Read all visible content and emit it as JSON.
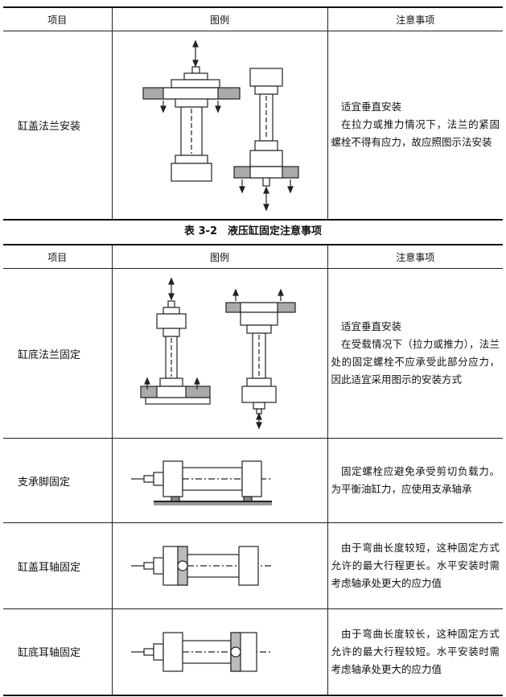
{
  "table1": {
    "headers": [
      "项目",
      "图例",
      "注意事项"
    ],
    "row": {
      "item": "缸盖法兰安装",
      "note_lines": [
        "适宜垂直安装",
        "在拉力或推力情况下，法兰的紧固螺栓不得有应力，故应照图示法安装"
      ]
    }
  },
  "caption": "表 3-2　液压缸固定注意事项",
  "table2": {
    "headers": [
      "项目",
      "图例",
      "注意事项"
    ],
    "rows": [
      {
        "item": "缸底法兰固定",
        "note_lines": [
          "适宜垂直安装",
          "在受载情况下（拉力或推力），法兰处的固定螺栓不应承受此部分应力，因此适宜采用图示的安装方式"
        ]
      },
      {
        "item": "支承脚固定",
        "note_lines": [
          "固定螺栓应避免承受剪切负载力。为平衡油缸力，应使用支承轴承"
        ]
      },
      {
        "item": "缸盖耳轴固定",
        "note_lines": [
          "由于弯曲长度较短，这种固定方式允许的最大行程更长。水平安装时需考虑轴承处更大的应力值"
        ]
      },
      {
        "item": "缸底耳轴固定",
        "note_lines": [
          "由于弯曲长度较长，这种固定方式允许的最大行程较短。水平安装时需考虑轴承处更大的应力值"
        ]
      }
    ]
  }
}
